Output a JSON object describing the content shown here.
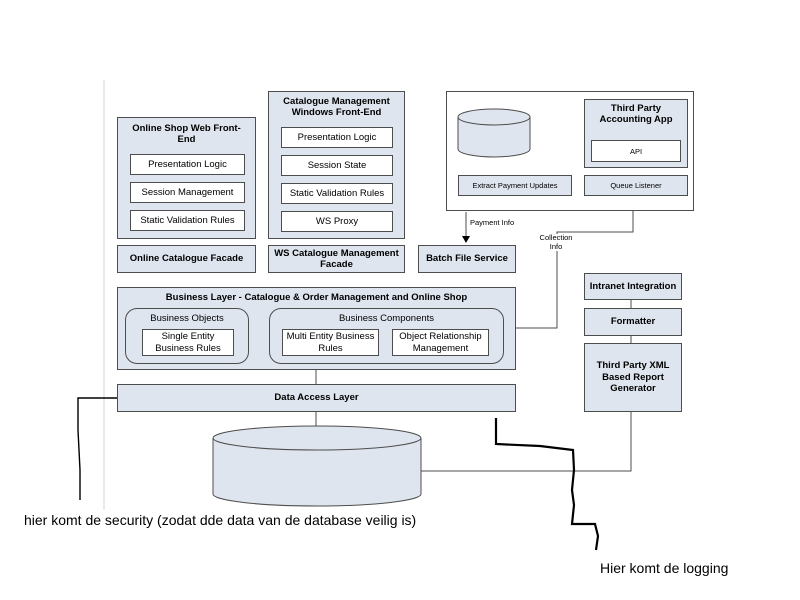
{
  "online_shop": {
    "title": "Online Shop  Web Front-End",
    "items": [
      "Presentation Logic",
      "Session Management",
      "Static Validation Rules"
    ]
  },
  "catalogue_mgmt": {
    "title": "Catalogue Management Windows Front-End",
    "items": [
      "Presentation Logic",
      "Session State",
      "Static Validation Rules",
      "WS Proxy"
    ]
  },
  "third_party_accounting": {
    "title": "Third Party Accounting App",
    "api": "API",
    "queue_listener": "Queue Listener",
    "extract_payment": "Extract Payment Updates"
  },
  "facades": {
    "online_catalogue": "Online Catalogue Facade",
    "ws_catalogue": "WS Catalogue Management Facade",
    "batch_file": "Batch File Service"
  },
  "connectors": {
    "payment_info": "Payment Info",
    "collection_info": "Collection Info"
  },
  "business_layer": {
    "title": "Business Layer - Catalogue & Order Management and Online Shop",
    "objects": {
      "title": "Business Objects",
      "items": [
        "Single Entity Business Rules"
      ]
    },
    "components": {
      "title": "Business Components",
      "items": [
        "Multi Entity Business Rules",
        "Object Relationship Management"
      ]
    }
  },
  "data_access": "Data Access Layer",
  "right_stack": {
    "intranet": "Intranet Integration",
    "formatter": "Formatter",
    "xml_generator": "Third Party XML Based Report Generator"
  },
  "annotations": {
    "security": "hier komt de security (zodat dde data van de database veilig is)",
    "logging": "Hier komt de logging"
  }
}
